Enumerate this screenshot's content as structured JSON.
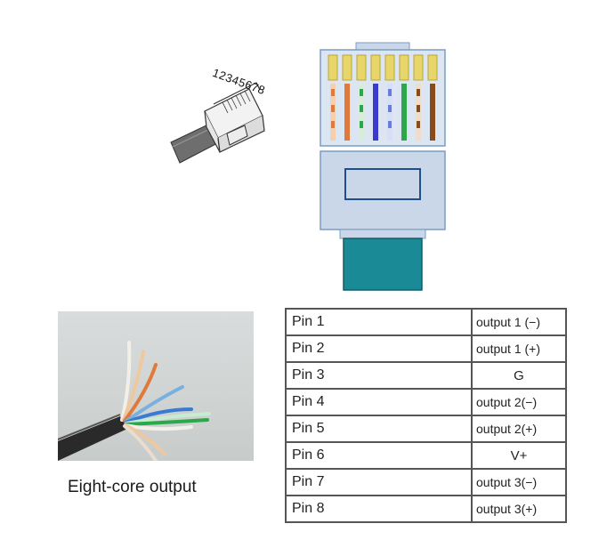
{
  "plug_sketch": {
    "pin_numbers": "12345678"
  },
  "cable_photo": {
    "caption": "Eight-core output"
  },
  "pin_table": {
    "rows": [
      {
        "pin": "Pin 1",
        "signal": "output 1 (−)",
        "centered": false
      },
      {
        "pin": "Pin 2",
        "signal": "output 1 (+)",
        "centered": false
      },
      {
        "pin": "Pin 3",
        "signal": "G",
        "centered": true
      },
      {
        "pin": "Pin 4",
        "signal": "output 2(−)",
        "centered": false
      },
      {
        "pin": "Pin 5",
        "signal": "output 2(+)",
        "centered": false
      },
      {
        "pin": "Pin 6",
        "signal": "V+",
        "centered": true
      },
      {
        "pin": "Pin 7",
        "signal": "output 3(−)",
        "centered": false
      },
      {
        "pin": "Pin 8",
        "signal": "output 3(+)",
        "centered": false
      }
    ]
  },
  "colors": {
    "connector_body": "#c9d7e9",
    "connector_outline": "#1f4e8c",
    "cable_jacket": "#1a8a96",
    "gold_contact": "#e8d66a",
    "wires": [
      "#f0a36a",
      "#e07a3a",
      "#9bd0a0",
      "#3a3ad0",
      "#6aa8e0",
      "#2aa84a",
      "#e9c0a0",
      "#8a4a1a"
    ]
  }
}
